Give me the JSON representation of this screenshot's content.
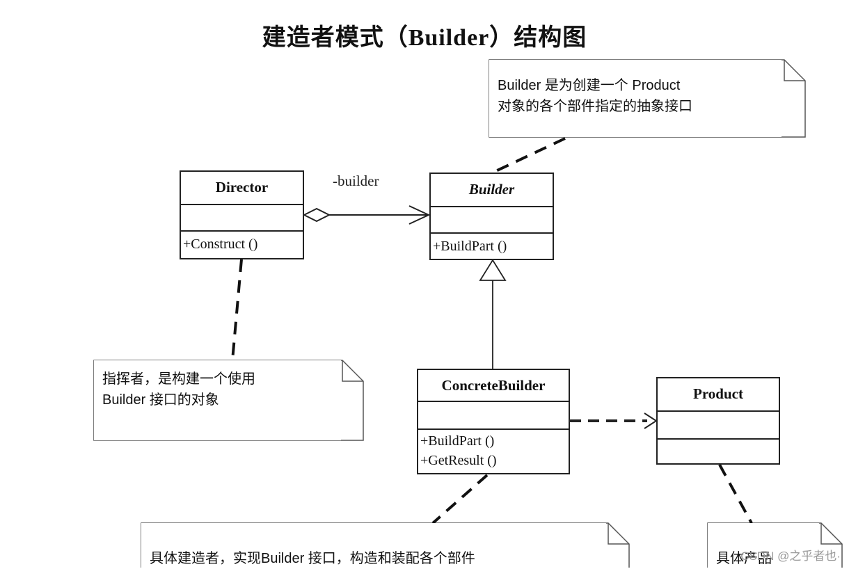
{
  "title": "建造者模式（Builder）结构图",
  "classes": {
    "director": {
      "name": "Director",
      "operations": [
        "+Construct ()"
      ]
    },
    "builder": {
      "name": "Builder",
      "operations": [
        "+BuildPart ()"
      ]
    },
    "concrete_builder": {
      "name": "ConcreteBuilder",
      "operations": [
        "+BuildPart ()",
        "+GetResult ()"
      ]
    },
    "product": {
      "name": "Product",
      "operations": []
    }
  },
  "association_label": "-builder",
  "notes": {
    "builder_note": {
      "lines": [
        "Builder 是为创建一个 Product",
        "对象的各个部件指定的抽象接口"
      ]
    },
    "director_note": {
      "lines": [
        "指挥者，是构建一个使用",
        "Builder 接口的对象"
      ]
    },
    "concrete_note": {
      "lines": [
        "具体建造者，实现Builder 接口，构造和装配各个部件"
      ]
    },
    "product_note": {
      "lines": [
        "具体产品"
      ]
    }
  },
  "watermark": "CSDN @之乎者也·"
}
